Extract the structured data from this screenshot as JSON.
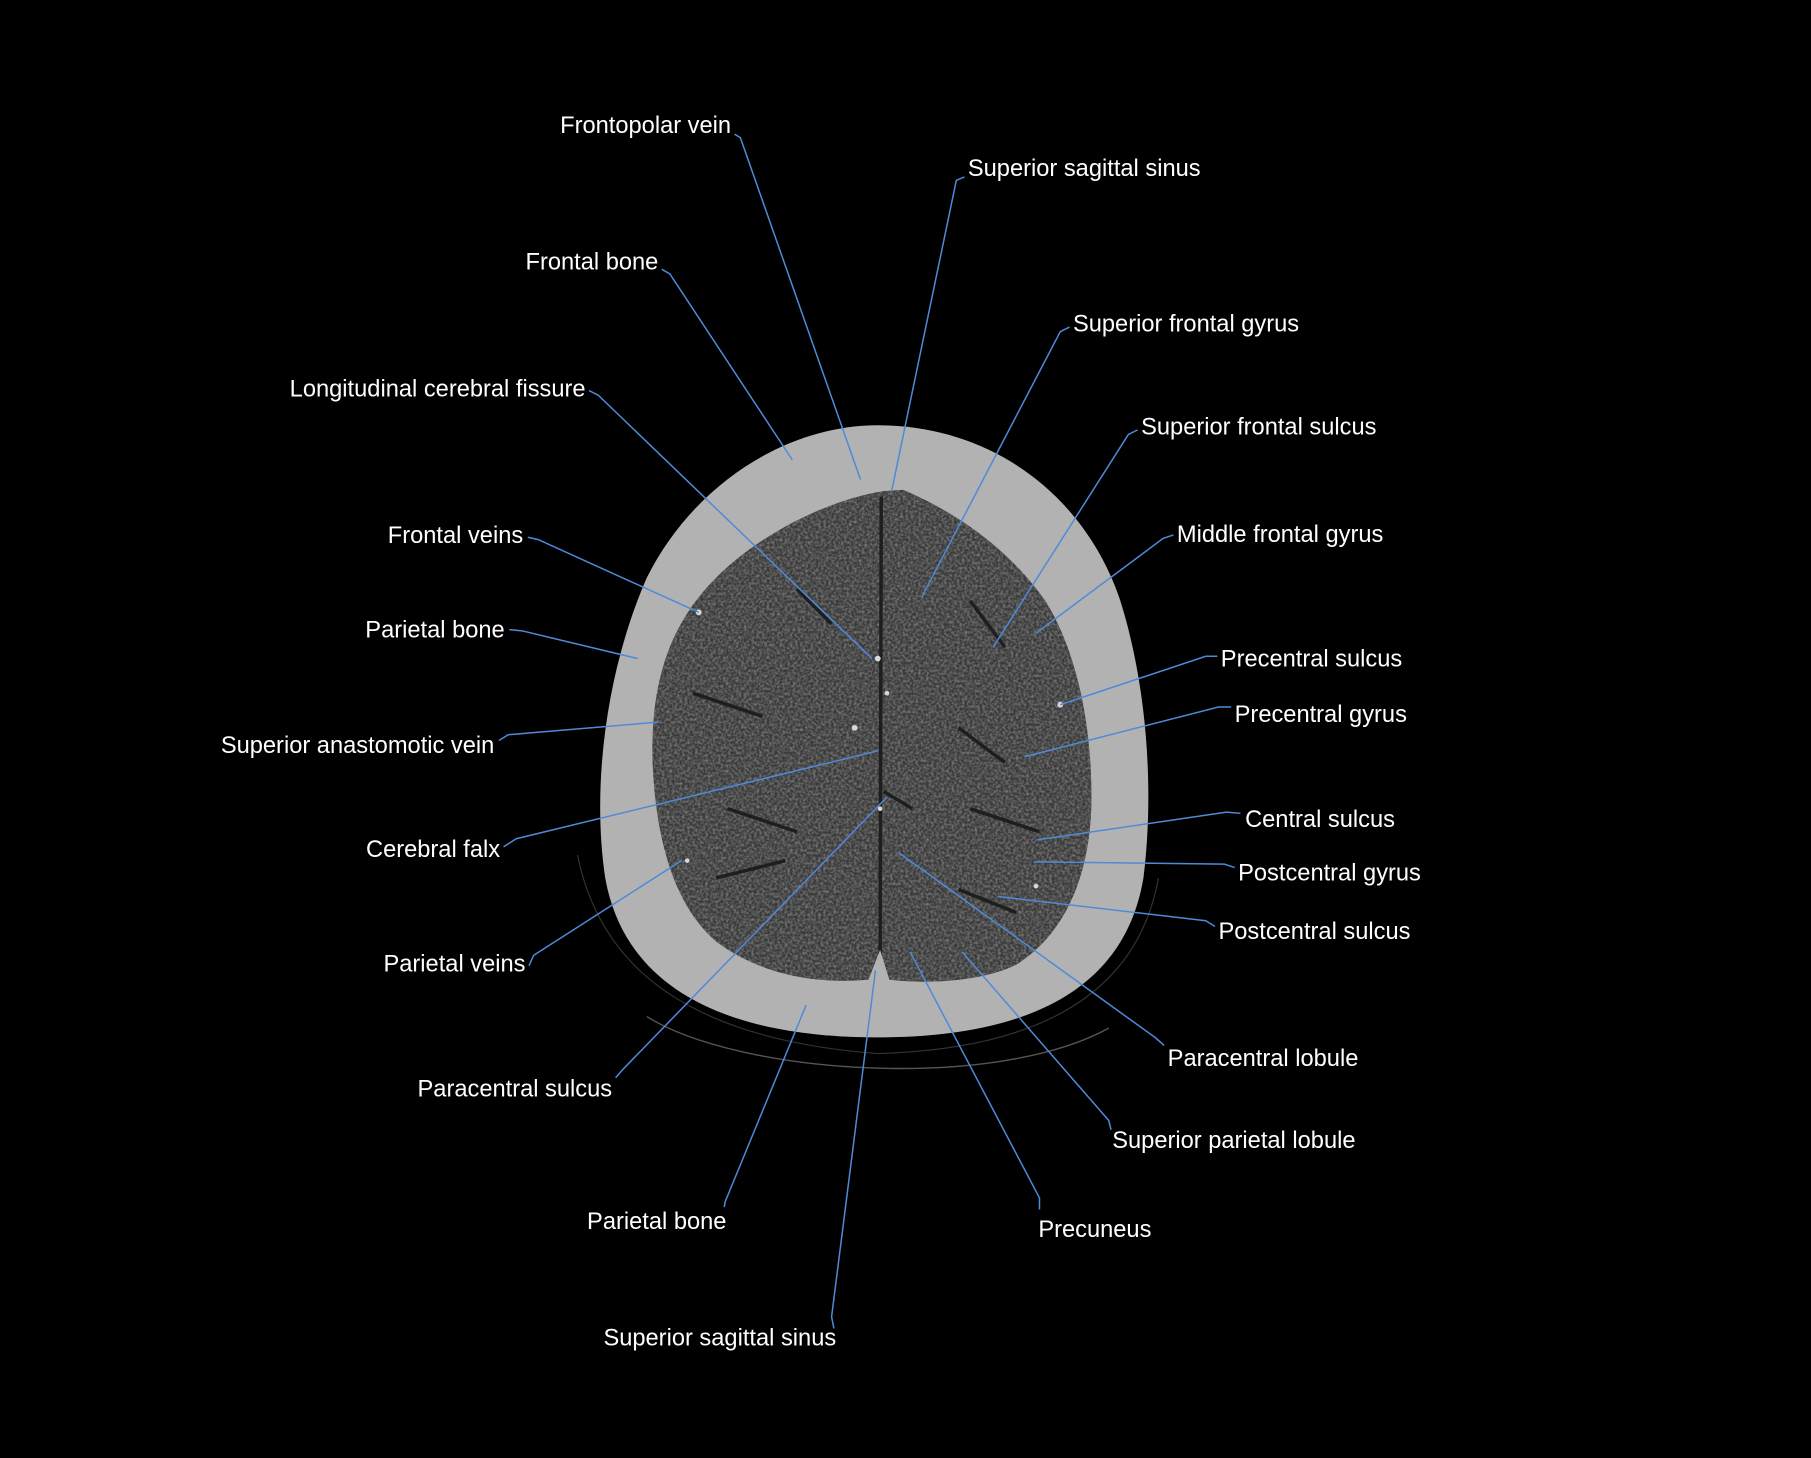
{
  "colors": {
    "background": "#000000",
    "bone": "#b2b2b2",
    "brain": "#3c3c3c",
    "leader_line": "#4f8ad8",
    "label": "#ffffff"
  },
  "labels": [
    {
      "text": "Frontopolar vein"
    },
    {
      "text": "Superior sagittal sinus"
    },
    {
      "text": "Frontal bone"
    },
    {
      "text": "Superior frontal gyrus"
    },
    {
      "text": "Longitudinal cerebral fissure"
    },
    {
      "text": "Superior frontal sulcus"
    },
    {
      "text": "Frontal veins"
    },
    {
      "text": "Middle frontal gyrus"
    },
    {
      "text": "Parietal bone"
    },
    {
      "text": "Precentral sulcus"
    },
    {
      "text": "Precentral gyrus"
    },
    {
      "text": "Superior anastomotic vein"
    },
    {
      "text": "Cerebral falx"
    },
    {
      "text": "Central sulcus"
    },
    {
      "text": "Postcentral gyrus"
    },
    {
      "text": "Postcentral sulcus"
    },
    {
      "text": "Parietal veins"
    },
    {
      "text": "Paracentral sulcus"
    },
    {
      "text": "Paracentral lobule"
    },
    {
      "text": "Superior parietal lobule"
    },
    {
      "text": "Parietal bone"
    },
    {
      "text": "Precuneus"
    },
    {
      "text": "Superior sagittal sinus"
    }
  ]
}
